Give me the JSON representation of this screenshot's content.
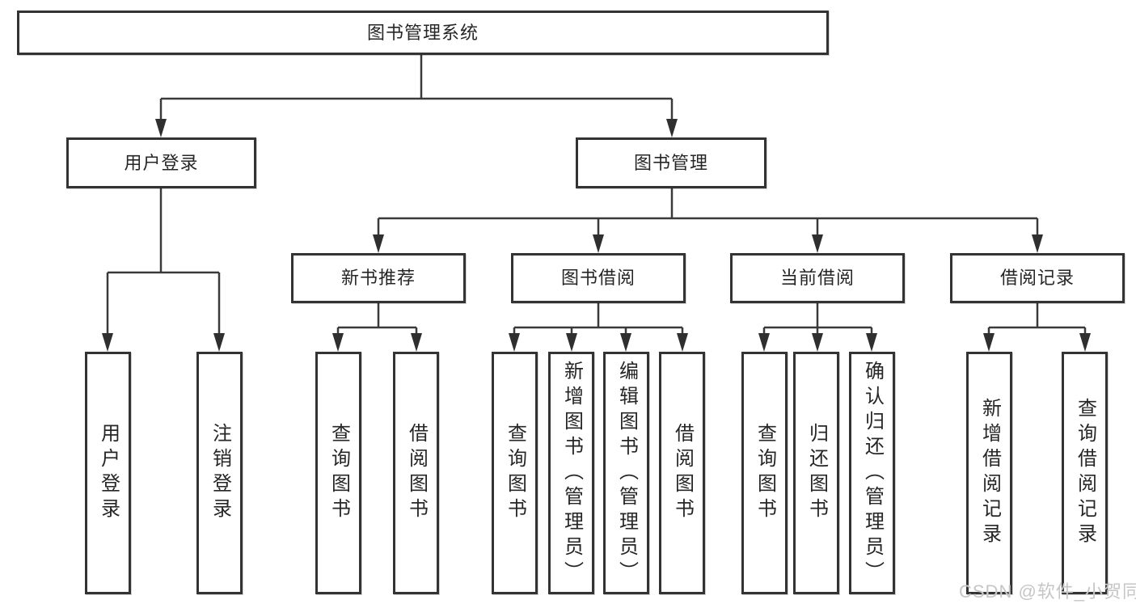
{
  "tree": {
    "root": {
      "label": "图书管理系统"
    },
    "branches": [
      {
        "label": "用户登录",
        "children": [
          {
            "label": "用户登录"
          },
          {
            "label": "注销登录"
          }
        ]
      },
      {
        "label": "图书管理",
        "children": [
          {
            "label": "新书推荐",
            "children": [
              {
                "label": "查询图书"
              },
              {
                "label": "借阅图书"
              }
            ]
          },
          {
            "label": "图书借阅",
            "children": [
              {
                "label": "查询图书"
              },
              {
                "label": "新增图书（管理员）"
              },
              {
                "label": "编辑图书（管理员）"
              },
              {
                "label": "借阅图书"
              }
            ]
          },
          {
            "label": "当前借阅",
            "children": [
              {
                "label": "查询图书"
              },
              {
                "label": "归还图书"
              },
              {
                "label": "确认归还（管理员）"
              }
            ]
          },
          {
            "label": "借阅记录",
            "children": [
              {
                "label": "新增借阅记录"
              },
              {
                "label": "查询借阅记录"
              }
            ]
          }
        ]
      }
    ]
  },
  "watermark": "CSDN @软件_小贺同学",
  "colors": {
    "line": "#3a3a3a",
    "arrow": "#2f2f2f",
    "border": "#333333",
    "text": "#262626",
    "background": "#ffffff",
    "watermark": "#c6c6c6"
  }
}
